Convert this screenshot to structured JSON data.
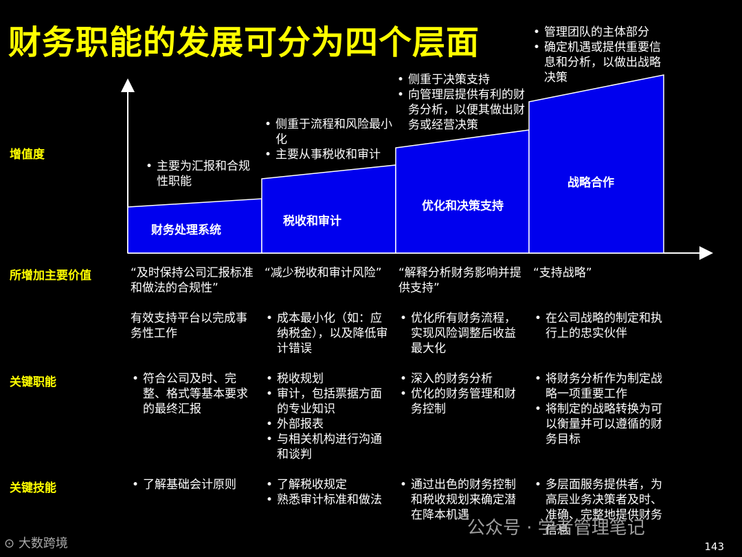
{
  "title": "财务职能的发展可分为四个层面",
  "page_number": "143",
  "y_axis_label": "增值度",
  "row_labels": {
    "value_added": "所增加主要价值",
    "key_functions": "关键职能",
    "key_skills": "关键技能"
  },
  "steps": [
    {
      "name": "财务处理系统",
      "top_notes": [
        "主要为汇报和合规性职能"
      ],
      "value_quote": "“及时保持公司汇报标准和做法的合规性”",
      "value_bullets_plain": "有效支持平台以完成事务性工作",
      "functions": [
        "符合公司及时、完整、格式等基本要求的最终汇报"
      ],
      "skills": [
        "了解基础会计原则"
      ]
    },
    {
      "name": "税收和审计",
      "top_notes": [
        "侧重于流程和风险最小化",
        "主要从事税收和审计"
      ],
      "value_quote": "“减少税收和审计风险”",
      "value_bullets": [
        "成本最小化（如：应纳税金），以及降低审计错误"
      ],
      "functions": [
        "税收规划",
        "审计，包括票据方面的专业知识",
        "外部报表",
        "与相关机构进行沟通和谈判"
      ],
      "skills": [
        "了解税收规定",
        "熟悉审计标准和做法"
      ]
    },
    {
      "name": "优化和决策支持",
      "top_notes": [
        "侧重于决策支持",
        "向管理层提供有利的财务分析，以便其做出财务或经营决策"
      ],
      "value_quote": "“解释分析财务影响并提供支持”",
      "value_bullets": [
        "优化所有财务流程，实现风险调整后收益最大化"
      ],
      "functions": [
        "深入的财务分析",
        "优化的财务管理和财务控制"
      ],
      "skills": [
        "通过出色的财务控制和税收规划来确定潜在降本机遇"
      ]
    },
    {
      "name": "战略合作",
      "top_notes": [
        "管理团队的主体部分",
        "确定机遇或提供重要信息和分析，以做出战略决策"
      ],
      "value_quote": "“支持战略”",
      "value_bullets": [
        "在公司战略的制定和执行上的忠实伙伴"
      ],
      "functions": [
        "将财务分析作为制定战略一项重要工作",
        "将制定的战略转换为可以衡量并可以遵循的财务目标"
      ],
      "skills": [
        "多层面服务提供者，为高层业务决策者及时、准确、完整地提供财务信息"
      ]
    }
  ],
  "colors": {
    "title": "#ffff00",
    "step_fill": "#0000ee",
    "step_stroke": "#ffffff",
    "background": "#000000"
  },
  "footer": {
    "logo_text": "大数跨境",
    "watermark": "公众号 · 学者管理笔记"
  }
}
